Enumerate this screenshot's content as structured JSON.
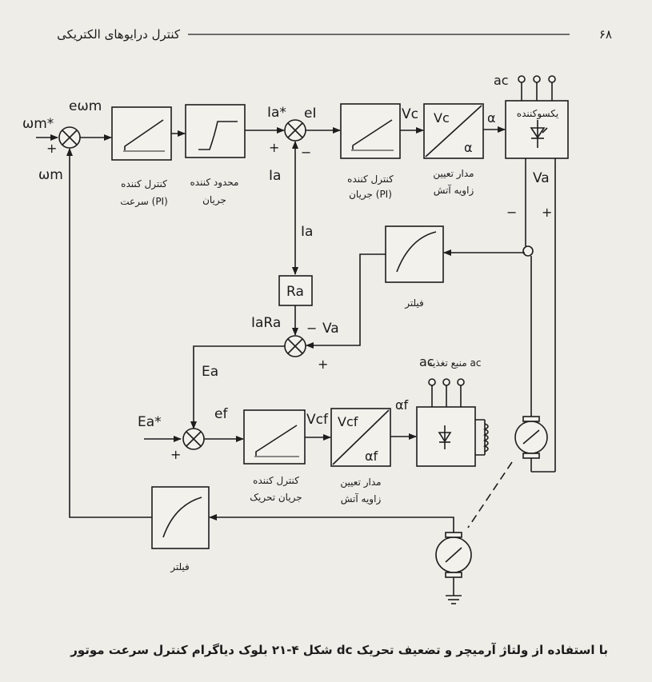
{
  "header": {
    "page_number": "۶۸",
    "running_title": "کنترل درایوهای الکتریکی"
  },
  "caption": "شکل ۴-۲۱   بلوک دیاگرام کنترل سرعت موتور dc با استفاده از ولتاژ آرمیچر و تضعیف تحریک",
  "signals": {
    "w_ref": "ωm*",
    "w_fb": "ωm",
    "e_w": "eωm",
    "plus1": "+",
    "ia_ref": "Ia*",
    "e_i": "eI",
    "plus2": "+",
    "minus2": "−",
    "ia_fb": "Ia",
    "ia_down": "Ia",
    "vc_out": "Vc",
    "vc_in": "Vc",
    "alpha_box": "α",
    "alpha_out": "α",
    "va_out": "Va",
    "minus_va": "−",
    "plus_va": "+",
    "ac_top": "ac",
    "ra": "Ra",
    "iara": "IaRa",
    "minus3": "−",
    "va_in": "Va",
    "plus3": "+",
    "ea": "Ea",
    "ea_ref": "Ea*",
    "plus4": "+",
    "e_f": "ef",
    "vcf_out": "Vcf",
    "vcf_in": "Vcf",
    "alphaf_box": "αf",
    "alphaf_out": "αf",
    "ac_field": "ac"
  },
  "blocks": {
    "speed_pi": [
      "کنترل کننده",
      "سرعت (PI)"
    ],
    "current_limit": [
      "محدود کننده",
      "جریان"
    ],
    "current_pi": [
      "کنترل کننده",
      "جریان (PI)"
    ],
    "firing_a": [
      "مدار تعیین",
      "زاویه آتش"
    ],
    "rectifier": "یکسوکننده",
    "filter_mid": "فیلتر",
    "supply_ac": "منبع تغذیه ac",
    "field_pi": [
      "کنترل کننده",
      "جریان تحریک"
    ],
    "firing_f": [
      "مدار تعیین",
      "زاویه آتش"
    ],
    "filter_low": "فیلتر"
  }
}
